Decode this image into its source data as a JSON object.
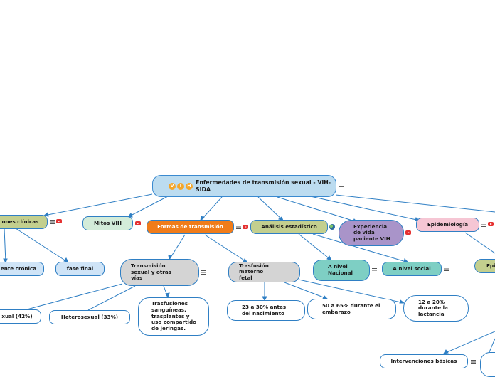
{
  "root": {
    "letters": [
      "V",
      "I",
      "H"
    ],
    "title": "Enfermedades de transmisión sexual - VIH-SIDA"
  },
  "nodes": {
    "manifestaciones_clinicas": "ones clínicas",
    "mitos_vih": "Mitos VIH",
    "formas_de_transmision": "Formas de transmisión",
    "analisis_estadistico": "Análisis estadístico",
    "experiencia_de_vida": "Experiencia de vida paciente VIH",
    "epidemiologia": "Epidemiología",
    "paciente_cronica": "ente crónica",
    "fase_final": "fase final",
    "transmision_sexual": "Transmisión sexual y otras vías",
    "trasfusion_materno_fetal": "Trasfusión materno fetal",
    "a_nivel_nacional": "A nivel Nacional",
    "a_nivel_social": "A nivel social",
    "epi_cut": "Epi",
    "homosexual": "xual (42%)",
    "heterosexual": "Heterosexual (33%)",
    "trasfusiones": "Trasfusiones sanguíneas, trasplantes y uso compartido de jeringas.",
    "antes_nacimiento": "23 a 30% antes del nacimiento",
    "durante_embarazo": "50 a 65% durante el embarazo",
    "durante_lactancia": "12 a 20% durante la lactancia",
    "intervenciones_basicas": "Intervenciones básicas"
  },
  "colors": {
    "root": "#bcdcf0",
    "formas": "#f07c1a",
    "analisis": "#c3cf8e",
    "experiencia": "#a994c9",
    "epidemiologia": "#f6c6d4",
    "mitos": "#d3ecd9",
    "light_blue": "#cfe4f7",
    "gray": "#d4d4d4",
    "teal": "#7ecfc4",
    "white": "#ffffff",
    "link": "#2f7fc4"
  },
  "icons": [
    "note-icon",
    "youtube-icon",
    "globe-icon",
    "dash-icon"
  ]
}
